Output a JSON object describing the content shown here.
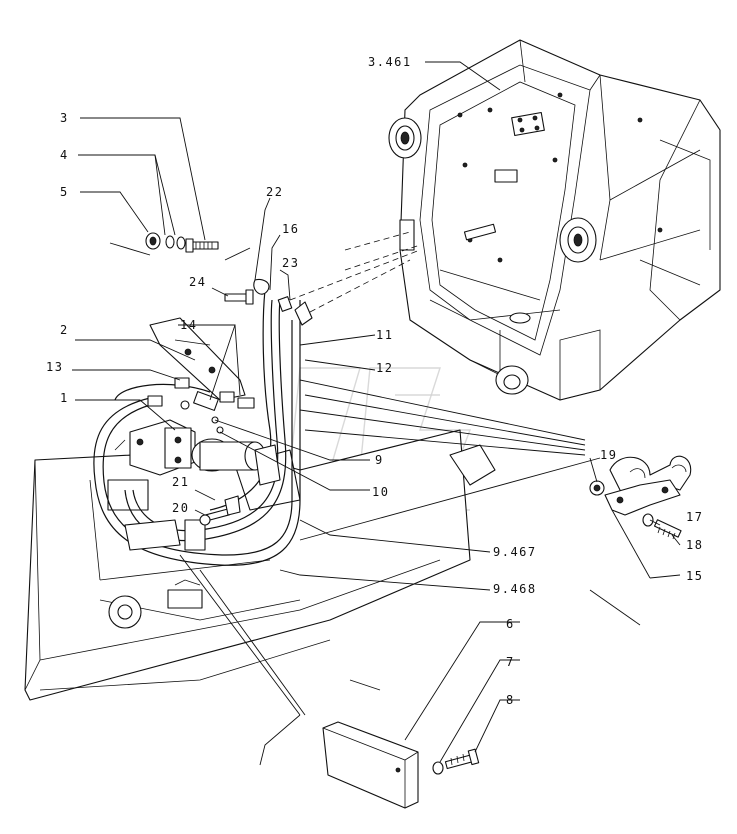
{
  "labels": {
    "l1": "1",
    "l2": "2",
    "l3": "3",
    "l4": "4",
    "l5": "5",
    "l6": "6",
    "l7": "7",
    "l8": "8",
    "l9": "9",
    "l10": "10",
    "l11": "11",
    "l12": "12",
    "l13": "13",
    "l14": "14",
    "l15": "15",
    "l16": "16",
    "l17": "17",
    "l18": "18",
    "l19": "19",
    "l20": "20",
    "l21": "21",
    "l22": "22",
    "l23": "23",
    "l24": "24",
    "l3461": "3.461",
    "l9467": "9.467",
    "l9468": "9.468"
  }
}
